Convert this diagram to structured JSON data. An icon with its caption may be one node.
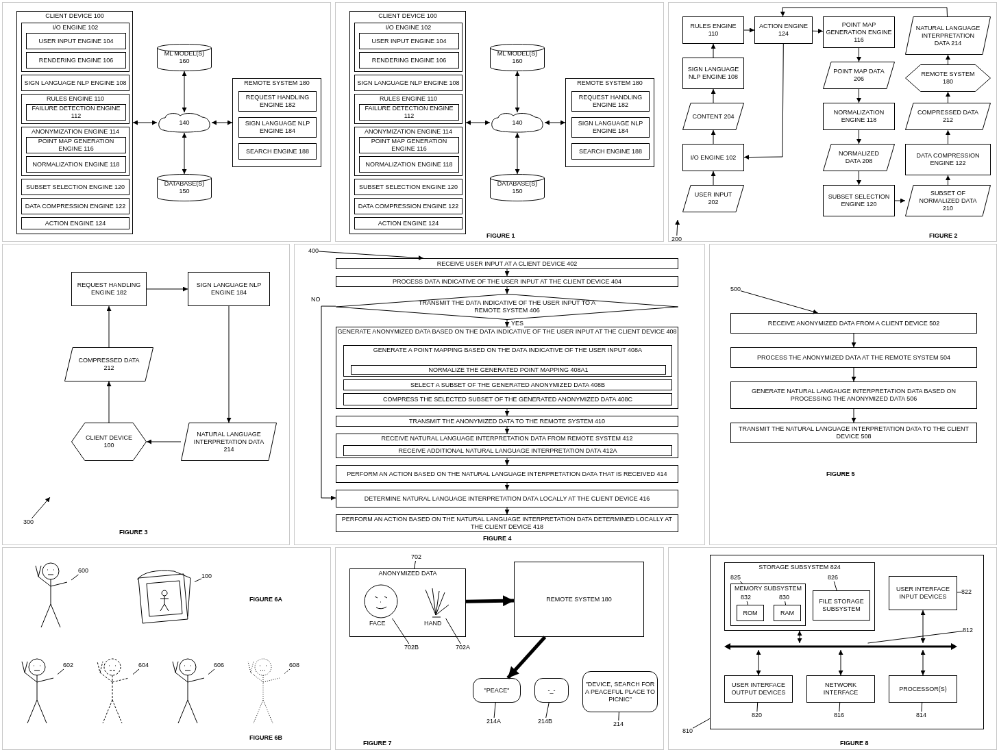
{
  "diagram": {
    "nodes": [
      {
        "text": [],
        "shape": "box"
      },
      {
        "text": [
          "CLIENT DEVICE 100"
        ],
        "in": 0
      },
      {
        "text": [
          "I/O ENGINE 102"
        ],
        "in": 1
      },
      {
        "text": [
          "USER INPUT ENGINE 104"
        ],
        "in": 2
      },
      {
        "text": [
          "RENDERING ENGINE 106"
        ],
        "in": 2
      },
      {
        "text": [
          "SIGN LANGUAGE NLP ENGINE 108"
        ],
        "in": 1
      },
      {
        "text": [
          "RULES ENGINE 110"
        ],
        "in": 1
      },
      {
        "text": [
          "FAILURE DETECTION ENGINE 112"
        ],
        "in": 6
      },
      {
        "text": [
          "ANONYMIZATION ENGINE 114"
        ],
        "in": 1
      },
      {
        "text": [
          "POINT MAP GENERATION ENGINE 116"
        ],
        "in": 8
      },
      {
        "text": [
          "NORMALIZATION ENGINE 118"
        ],
        "in": 8
      },
      {
        "text": [
          "SUBSET SELECTION ENGINE 120"
        ],
        "in": 1
      },
      {
        "text": [
          "DATA COMPRESSION ENGINE 122"
        ],
        "in": 1
      },
      {
        "text": [
          "ACTION ENGINE 124"
        ],
        "in": 1
      },
      {
        "text": [
          "ML MODEL(S) 160"
        ],
        "in": 0
      },
      {
        "text": [
          "140"
        ],
        "in": 0
      },
      {
        "text": [
          "DATABASE(S) 150"
        ],
        "in": 0
      },
      {
        "text": [
          "REMOTE SYSTEM 180"
        ],
        "in": 0
      },
      {
        "text": [
          "REQUEST HANDLING ENGINE 182"
        ],
        "in": 17
      },
      {
        "text": [
          "SIGN LANGUAGE NLP ENGINE 184"
        ],
        "in": 17
      },
      {
        "text": [
          "SEARCH ENGINE 188"
        ],
        "in": 17
      },
      {
        "text": [
          "FIGURE 1"
        ]
      },
      {
        "text": [
          "CLIENT DEVICE 100"
        ],
        "in": 21
      },
      {
        "text": [
          "I/O ENGINE 102"
        ],
        "in": 22
      },
      {
        "text": [
          "USER INPUT ENGINE 104"
        ],
        "in": 23
      },
      {
        "text": [
          "RENDERING ENGINE 106"
        ],
        "in": 23
      },
      {
        "text": [
          "SIGN LANGUAGE NLP ENGINE 108"
        ],
        "in": 22
      },
      {
        "text": [
          "RULES ENGINE 110"
        ],
        "in": 22
      },
      {
        "text": [
          "FAILURE DETECTION ENGINE 112"
        ],
        "in": 27
      },
      {
        "text": [
          "ANONYMIZATION ENGINE 114"
        ],
        "in": 22
      },
      {
        "text": [
          "POINT MAP GENERATION ENGINE 116"
        ],
        "in": 29
      },
      {
        "text": [
          "NORMALIZATION ENGINE 118"
        ],
        "in": 29
      },
      {
        "text": [
          "SUBSET SELECTION ENGINE 120"
        ],
        "in": 22
      },
      {
        "text": [
          "DATA COMPRESSION ENGINE 122"
        ],
        "in": 22
      },
      {
        "text": [
          "ACTION ENGINE 124"
        ],
        "in": 22
      },
      {
        "text": [
          "ML MODEL(S) 160"
        ],
        "in": 21
      },
      {
        "text": [
          "140"
        ],
        "in": 21
      },
      {
        "text": [
          "DATABASE(S) 150"
        ],
        "in": 21
      },
      {
        "text": [
          "REMOTE SYSTEM 180"
        ],
        "in": 21
      },
      {
        "text": [
          "REQUEST HANDLING ENGINE 182"
        ],
        "in": 38
      },
      {
        "text": [
          "SIGN LANGUAGE NLP ENGINE 184"
        ],
        "in": 38
      },
      {
        "text": [
          "SEARCH ENGINE 188"
        ],
        "in": 38
      },
      {
        "text": [
          "FIGURE 2"
        ]
      },
      {
        "text": [
          "200"
        ],
        "in": 42
      },
      {
        "text": [
          "USER INPUT 202"
        ],
        "in": 42
      },
      {
        "text": [
          "I/O ENGINE 102"
        ],
        "in": 42
      },
      {
        "text": [
          "CONTENT 204"
        ],
        "in": 42
      },
      {
        "text": [
          "SIGN LANGUAGE NLP ENGINE 108"
        ],
        "in": 42
      },
      {
        "text": [
          "RULES ENGINE 110"
        ],
        "in": 42
      },
      {
        "text": [
          "ACTION ENGINE 124"
        ],
        "in": 42
      },
      {
        "text": [
          "POINT MAP GENERATION ENGINE 116"
        ],
        "in": 42
      },
      {
        "text": [
          "POINT MAP DATA 206"
        ],
        "in": 42
      },
      {
        "text": [
          "NORMALIZATION ENGINE 118"
        ],
        "in": 42
      },
      {
        "text": [
          "NORMALIZED DATA 208"
        ],
        "in": 42
      },
      {
        "text": [
          "SUBSET SELECTION ENGINE 120"
        ],
        "in": 42
      },
      {
        "text": [
          "SUBSET OF NORMALIZED DATA 210"
        ],
        "in": 42
      },
      {
        "text": [
          "DATA COMPRESSION ENGINE 122"
        ],
        "in": 42
      },
      {
        "text": [
          "COMPRESSED DATA 212"
        ],
        "in": 42
      },
      {
        "text": [
          "REMOTE SYSTEM 180"
        ],
        "in": 42
      },
      {
        "text": [
          "NATURAL LANGUAGE INTERPRETATION DATA 214"
        ],
        "in": 42
      },
      {
        "text": [
          "FIGURE 3"
        ]
      },
      {
        "text": [
          "300"
        ],
        "in": 60
      },
      {
        "text": [
          "CLIENT DEVICE 100"
        ],
        "in": 60
      },
      {
        "text": [
          "COMPRESSED DATA 212"
        ],
        "in": 60
      },
      {
        "text": [
          "REQUEST HANDLING ENGINE 182"
        ],
        "in": 60
      },
      {
        "text": [
          "SIGN LANGUAGE NLP ENGINE 184"
        ],
        "in": 60
      },
      {
        "text": [
          "NATURAL LANGUAGE INTERPRETATION DATA 214"
        ],
        "in": 60
      },
      {
        "text": [
          "FIGURE 4"
        ]
      },
      {
        "text": [
          "400"
        ],
        "in": 67
      },
      {
        "text": [
          "RECEIVE USER INPUT AT A CLIENT DEVICE 402"
        ],
        "in": 67
      },
      {
        "text": [
          "PROCESS DATA INDICATIVE OF THE USER INPUT AT THE CLIENT DEVICE 404"
        ],
        "in": 67
      },
      {
        "text": [
          "TRANSMIT THE DATA INDICATIVE OF THE USER INPUT TO A REMOTE SYSTEM 406"
        ],
        "in": 67
      },
      {
        "text": [
          "GENERATE ANONYMIZED DATA BASED ON THE DATA INDICATIVE OF THE USER INPUT AT THE CLIENT DEVICE 408"
        ],
        "in": 67
      },
      {
        "text": [
          "GENERATE A POINT MAPPING BASED ON THE DATA INDICATIVE OF THE USER INPUT 408A"
        ],
        "in": 72
      },
      {
        "text": [
          "NORMALIZE THE GENERATED POINT MAPPING 408A1"
        ],
        "in": 73
      },
      {
        "text": [
          "SELECT A SUBSET OF THE GENERATED ANONYMIZED DATA 408B"
        ],
        "in": 72
      },
      {
        "text": [
          "COMPRESS THE SELECTED SUBSET OF THE GENERATED ANONYMIZED DATA 408C"
        ],
        "in": 72
      },
      {
        "text": [
          "TRANSMIT THE ANONYMIZED DATA TO THE REMOTE SYSTEM 410"
        ],
        "in": 67
      },
      {
        "text": [
          "RECEIVE NATURAL LANGUAGE INTERPRETATION DATA FROM REMOTE SYSTEM 412"
        ],
        "in": 67
      },
      {
        "text": [
          "RECEIVE ADDITIONAL NATURAL LANGUAGE INTERPRETATION DATA 412A"
        ],
        "in": 78
      },
      {
        "text": [
          "PERFORM AN ACTION BASED ON THE NATURAL LANGUAGE INTERPRETATION DATA THAT IS RECEIVED 414"
        ],
        "in": 67
      },
      {
        "text": [
          "DETERMINE NATURAL LANGUAGE INTERPRETATION DATA LOCALLY AT THE CLIENT DEVICE 416"
        ],
        "in": 67
      },
      {
        "text": [
          "PERFORM AN ACTION BASED ON THE NATURAL LANGUAGE INTERPRETATION DATA DETERMINED LOCALLY AT THE CLIENT DEVICE 418"
        ],
        "in": 67
      },
      {
        "text": [
          "FIGURE 5"
        ]
      },
      {
        "text": [
          "500"
        ],
        "in": 83
      },
      {
        "text": [
          "RECEIVE ANONYMIZED DATA FROM A CLIENT DEVICE 502"
        ],
        "in": 83
      },
      {
        "text": [
          "PROCESS THE ANONYMIZED DATA AT THE REMOTE SYSTEM 504"
        ],
        "in": 83
      },
      {
        "text": [
          "GENERATE NATURAL LANGAUGE INTERPRETATION DATA BASED ON PROCESSING THE ANONYMIZED DATA 506"
        ],
        "in": 83
      },
      {
        "text": [
          "TRANSMIT THE NATURAL LANGUAGE INTERPRETATION DATA TO THE CLIENT DEVICE 508"
        ],
        "in": 83
      },
      {
        "text": [
          "FIGURE 6A",
          "FIGURE 6B"
        ]
      },
      {
        "text": [],
        "shape": "person",
        "in": 89
      },
      {
        "text": [],
        "shape": "picture",
        "in": 89
      },
      {
        "text": [],
        "shape": "person",
        "in": 89
      },
      {
        "text": [],
        "shape": "person",
        "in": 89
      },
      {
        "text": [],
        "shape": "person",
        "in": 89
      },
      {
        "text": [],
        "shape": "person",
        "in": 89
      },
      {
        "text": [
          "600"
        ],
        "in": 89
      },
      {
        "text": [
          "100"
        ],
        "in": 89
      },
      {
        "text": [
          "602"
        ],
        "in": 89
      },
      {
        "text": [
          "604"
        ],
        "in": 89
      },
      {
        "text": [
          "606"
        ],
        "in": 89
      },
      {
        "text": [
          "608"
        ],
        "in": 89
      },
      {
        "text": [
          "FIGURE 7"
        ]
      },
      {
        "text": [
          "REMOTE SYSTEM 180"
        ],
        "in": 102
      },
      {
        "text": [
          "ANONYMIZED DATA"
        ],
        "in": 102
      },
      {
        "text": [],
        "shape": "circle",
        "in": 104,
        "beside": [
          "FACE"
        ]
      },
      {
        "text": [],
        "shape": "picture",
        "in": 104,
        "beside": [
          "HAND"
        ]
      },
      {
        "text": [
          "\"PEACE\""
        ],
        "in": 102
      },
      {
        "text": [
          "-_-"
        ],
        "in": 102
      },
      {
        "text": [
          "\"DEVICE, SEARCH FOR A PEACEFUL PLACE TO PICNIC\""
        ],
        "in": 102
      },
      {
        "text": [
          "702"
        ],
        "in": 102
      },
      {
        "text": [
          "702B"
        ],
        "in": 102
      },
      {
        "text": [
          "702A"
        ],
        "in": 102
      },
      {
        "text": [
          "214A"
        ],
        "in": 102
      },
      {
        "text": [
          "214B"
        ],
        "in": 102
      },
      {
        "text": [
          "214"
        ],
        "in": 102
      },
      {
        "text": [
          "FIGURE 8"
        ]
      },
      {
        "text": [],
        "shape": "box",
        "in": 116
      },
      {
        "text": [
          "STORAGE SUBSYSTEM 824"
        ],
        "in": 117
      },
      {
        "text": [
          "MEMORY SUBSYSTEM"
        ],
        "in": 118
      },
      {
        "text": [
          "RAM"
        ],
        "in": 119
      },
      {
        "text": [
          "ROM"
        ],
        "in": 119
      },
      {
        "text": [
          "FILE STORAGE SUBSYSTEM"
        ],
        "in": 118
      },
      {
        "text": [
          "USER INTERFACE INPUT DEVICES"
        ],
        "in": 117
      },
      {
        "text": [],
        "shape": "bar",
        "in": 117
      },
      {
        "text": [
          "USER INTERFACE OUTPUT DEVICES"
        ],
        "in": 117
      },
      {
        "text": [
          "NETWORK INTERFACE"
        ],
        "in": 117
      },
      {
        "text": [
          "PROCESSOR(S)"
        ],
        "in": 117
      },
      {
        "text": [
          "810"
        ],
        "in": 116
      },
      {
        "text": [
          "825"
        ],
        "in": 118
      },
      {
        "text": [
          "830"
        ],
        "in": 119
      },
      {
        "text": [
          "832"
        ],
        "in": 119
      },
      {
        "text": [
          "826"
        ],
        "in": 118
      },
      {
        "text": [
          "822"
        ],
        "in": 117
      },
      {
        "text": [
          "812"
        ],
        "in": 117
      },
      {
        "text": [
          "820"
        ],
        "in": 117
      },
      {
        "text": [
          "816"
        ],
        "in": 117
      },
      {
        "text": [
          "814"
        ],
        "in": 117
      }
    ],
    "edges": [
      {
        "from": 1,
        "to": 15,
        "arrow": "both"
      },
      {
        "from": 14,
        "to": 15,
        "arrow": "both"
      },
      {
        "from": 15,
        "to": 16,
        "arrow": "both"
      },
      {
        "from": 15,
        "to": 17,
        "arrow": "both"
      },
      {
        "from": 22,
        "to": 36,
        "arrow": "both"
      },
      {
        "from": 35,
        "to": 36,
        "arrow": "both"
      },
      {
        "from": 36,
        "to": 37,
        "arrow": "both"
      },
      {
        "from": 36,
        "to": 38,
        "arrow": "both"
      },
      {
        "from": 43,
        "to": null,
        "arrow": "to"
      },
      {
        "from": 44,
        "to": 45,
        "arrow": "to"
      },
      {
        "from": 45,
        "to": 46,
        "arrow": "to"
      },
      {
        "from": 46,
        "to": 47,
        "arrow": "to"
      },
      {
        "from": 47,
        "to": 48,
        "arrow": "to"
      },
      {
        "from": 48,
        "to": 49,
        "arrow": "to"
      },
      {
        "from": 49,
        "to": 50,
        "arrow": "to"
      },
      {
        "from": 50,
        "to": 51,
        "arrow": "to"
      },
      {
        "from": 51,
        "to": 52,
        "arrow": "to"
      },
      {
        "from": 52,
        "to": 53,
        "arrow": "to"
      },
      {
        "from": 53,
        "to": 54,
        "arrow": "to"
      },
      {
        "from": 54,
        "to": 55,
        "arrow": "to"
      },
      {
        "from": 55,
        "to": 56,
        "arrow": "to"
      },
      {
        "from": 56,
        "to": 57,
        "arrow": "to"
      },
      {
        "from": 57,
        "to": 58,
        "arrow": "to"
      },
      {
        "from": 58,
        "to": 59,
        "arrow": "to"
      },
      {
        "from": 59,
        "to": 49,
        "arrow": "to"
      },
      {
        "from": 49,
        "to": 45,
        "arrow": "to"
      },
      {
        "from": 61,
        "to": null,
        "arrow": "to"
      },
      {
        "from": 62,
        "to": 63,
        "arrow": "to"
      },
      {
        "from": 63,
        "to": 64,
        "arrow": "to"
      },
      {
        "from": 64,
        "to": 65,
        "arrow": "to"
      },
      {
        "from": 65,
        "to": 66,
        "arrow": "to"
      },
      {
        "from": 66,
        "to": 62,
        "arrow": "to"
      },
      {
        "from": 68,
        "to": 69,
        "arrow": "to"
      },
      {
        "from": 69,
        "to": 70,
        "arrow": "to"
      },
      {
        "from": 70,
        "to": 71,
        "arrow": "to"
      },
      {
        "from": 71,
        "to": 72,
        "arrow": "to",
        "label": "YES"
      },
      {
        "from": 72,
        "to": 77,
        "arrow": "to"
      },
      {
        "from": 77,
        "to": 78,
        "arrow": "to"
      },
      {
        "from": 78,
        "to": 80,
        "arrow": "to"
      },
      {
        "from": 80,
        "to": 81,
        "arrow": "to"
      },
      {
        "from": 71,
        "to": 81,
        "arrow": "to",
        "label": "NO"
      },
      {
        "from": 81,
        "to": 82,
        "arrow": "to"
      },
      {
        "from": 84,
        "to": 85,
        "arrow": "to"
      },
      {
        "from": 85,
        "to": 86,
        "arrow": "to"
      },
      {
        "from": 86,
        "to": 87,
        "arrow": "to"
      },
      {
        "from": 87,
        "to": 88,
        "arrow": "to"
      },
      {
        "from": 96,
        "to": 90,
        "arrow": "none"
      },
      {
        "from": 97,
        "to": 91,
        "arrow": "none"
      },
      {
        "from": 98,
        "to": 92,
        "arrow": "none"
      },
      {
        "from": 99,
        "to": 93,
        "arrow": "none"
      },
      {
        "from": 100,
        "to": 94,
        "arrow": "none"
      },
      {
        "from": 101,
        "to": 95,
        "arrow": "none",
        "style": "dashed"
      },
      {
        "from": 104,
        "to": 103,
        "arrow": "to",
        "style": "thick"
      },
      {
        "from": 103,
        "to": 107,
        "arrow": "to",
        "style": "thick"
      },
      {
        "from": 110,
        "to": 104,
        "arrow": "none"
      },
      {
        "from": 111,
        "to": 105,
        "arrow": "none"
      },
      {
        "from": 112,
        "to": 106,
        "arrow": "none"
      },
      {
        "from": 113,
        "to": 107,
        "arrow": "none"
      },
      {
        "from": 114,
        "to": 108,
        "arrow": "none"
      },
      {
        "from": 115,
        "to": 109,
        "arrow": "none"
      },
      {
        "from": 118,
        "to": 124,
        "arrow": "both"
      },
      {
        "from": 123,
        "to": 124,
        "arrow": "both"
      },
      {
        "from": 125,
        "to": 124,
        "arrow": "both"
      },
      {
        "from": 126,
        "to": 124,
        "arrow": "both"
      },
      {
        "from": 127,
        "to": 124,
        "arrow": "both"
      },
      {
        "from": 128,
        "to": 117,
        "arrow": "none"
      },
      {
        "from": 129,
        "to": 119,
        "arrow": "none"
      },
      {
        "from": 130,
        "to": 120,
        "arrow": "none"
      },
      {
        "from": 131,
        "to": 121,
        "arrow": "none"
      },
      {
        "from": 132,
        "to": 122,
        "arrow": "none"
      },
      {
        "from": 133,
        "to": 123,
        "arrow": "none"
      },
      {
        "from": 134,
        "to": 124,
        "arrow": "none"
      },
      {
        "from": 135,
        "to": 125,
        "arrow": "none"
      },
      {
        "from": 136,
        "to": 126,
        "arrow": "none"
      },
      {
        "from": 137,
        "to": 127,
        "arrow": "none"
      }
    ]
  }
}
